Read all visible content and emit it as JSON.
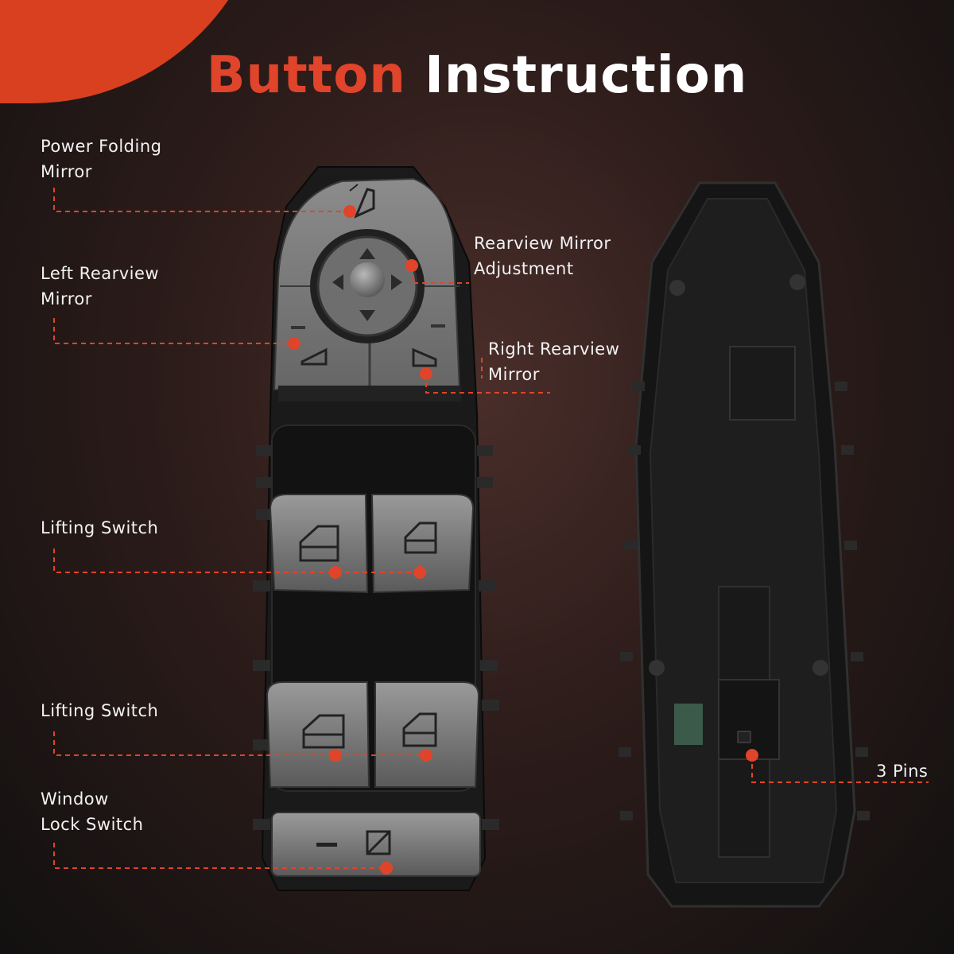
{
  "title": {
    "word1": "Button",
    "word2": "Instruction"
  },
  "colors": {
    "accent": "#e0442a",
    "background": "#2c1c1a",
    "text": "#ffffff"
  },
  "labels": {
    "power_folding": "Power Folding\nMirror",
    "left_rearview": "Left Rearview\nMirror",
    "rearview_adjust": "Rearview Mirror\nAdjustment",
    "right_rearview": "Right Rearview\nMirror",
    "lifting_switch_1": "Lifting Switch",
    "lifting_switch_2": "Lifting Switch",
    "window_lock": "Window\nLock Switch",
    "pins": "3 Pins"
  },
  "icons": {
    "mirror_joystick": "arrow-cross-icon",
    "mirror_select": "mirror-icon",
    "window_switch": "window-icon",
    "rear_window_switch": "rear-window-icon",
    "lock": "window-lock-icon"
  }
}
